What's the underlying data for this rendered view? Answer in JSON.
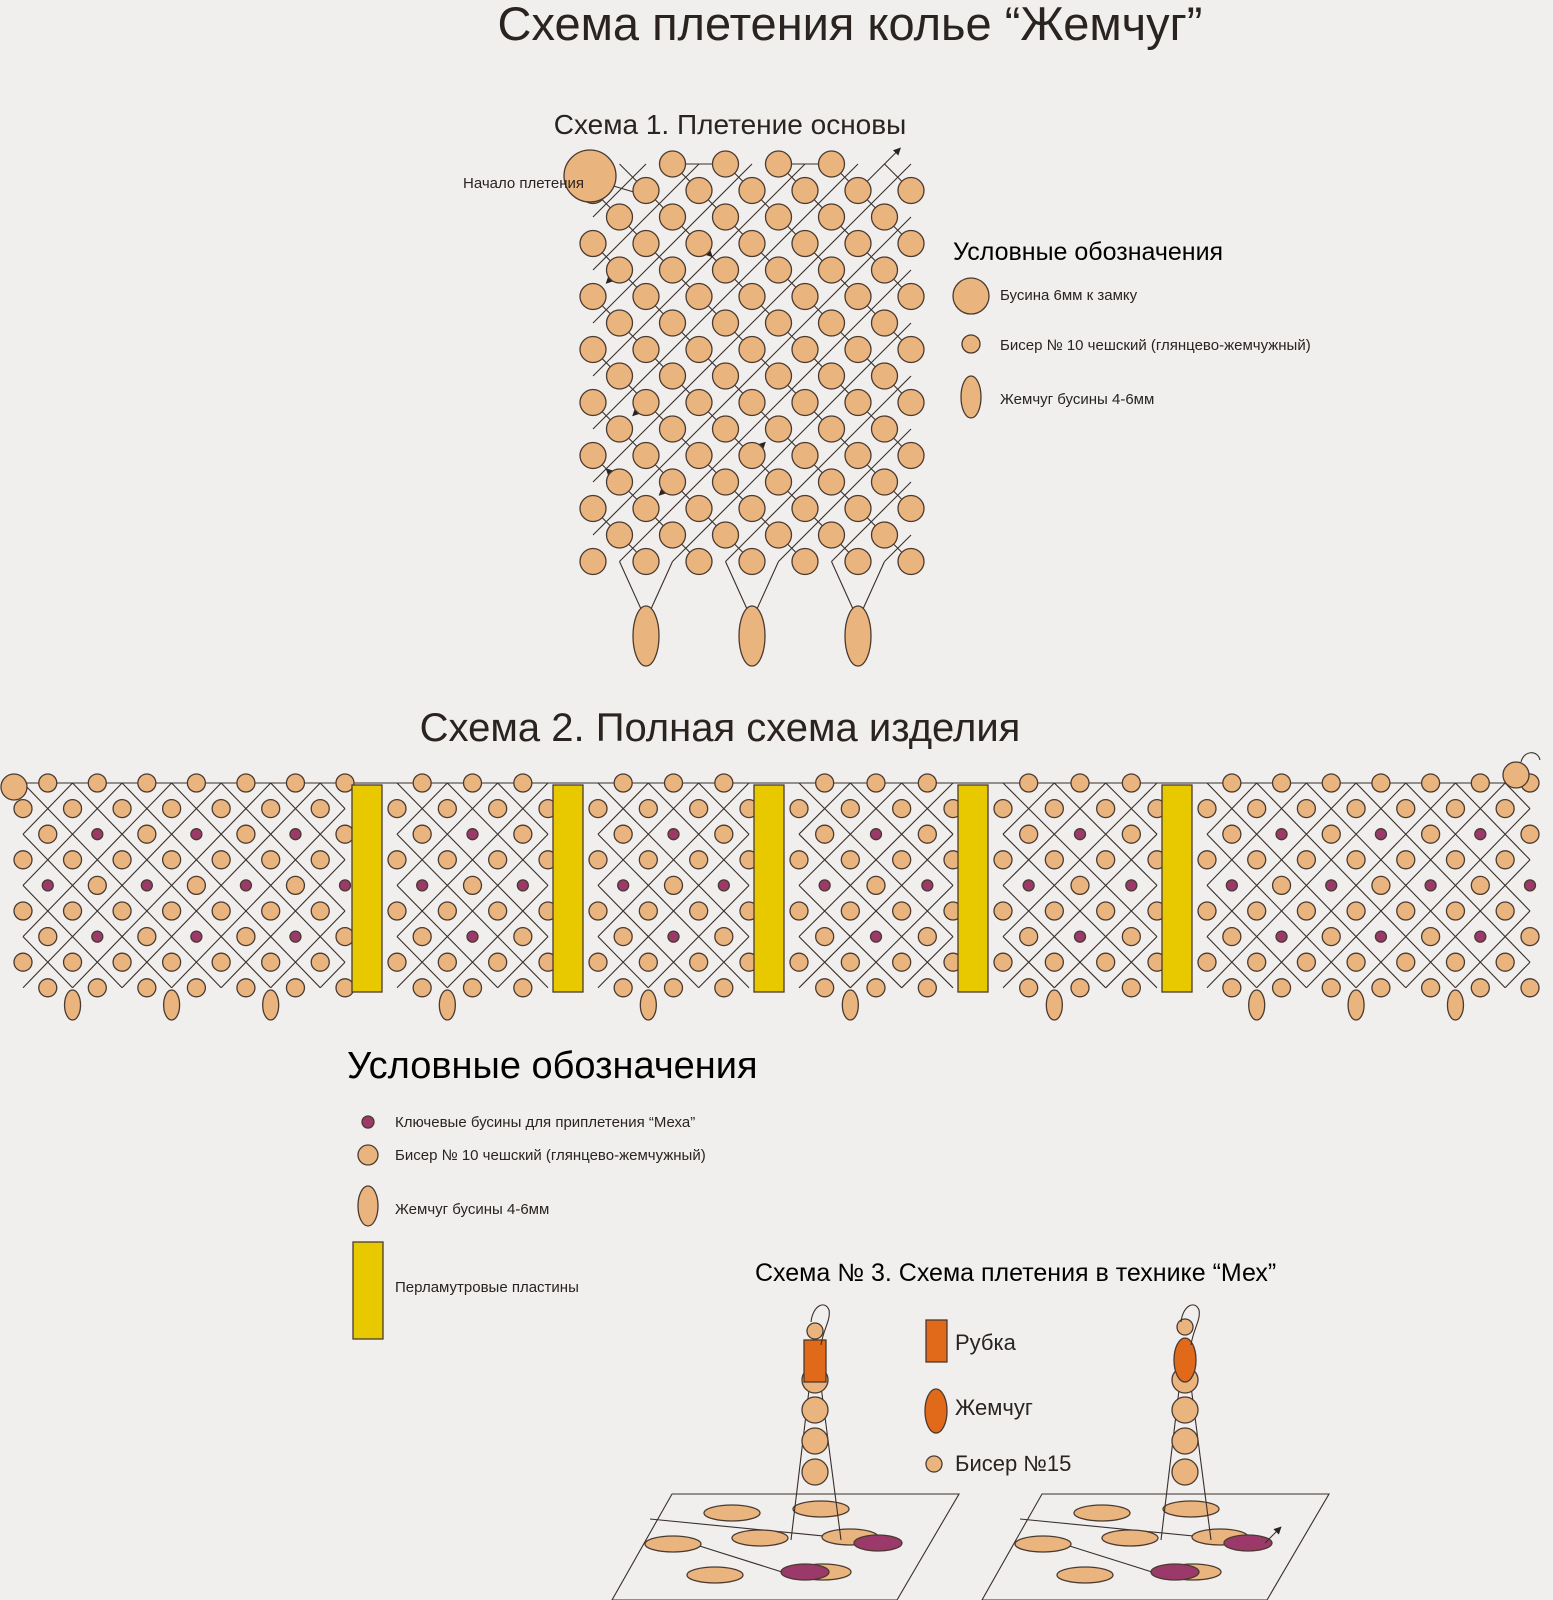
{
  "title": "Схема плетения колье “Жемчуг”",
  "scheme1": {
    "title": "Схема 1. Плетение основы",
    "start_label": "Начало плетения",
    "legend_title": "Условные обозначения",
    "legend": [
      {
        "label": "Бусина 6мм к замку",
        "shape": "big-circle"
      },
      {
        "label": "Бисер № 10 чешский (глянцево-жемчужный)",
        "shape": "small-circle"
      },
      {
        "label": "Жемчуг бусины 4-6мм",
        "shape": "ellipse"
      }
    ]
  },
  "scheme2": {
    "title": "Схема 2. Полная схема изделия",
    "legend_title": "Условные обозначения",
    "legend": [
      {
        "label": "Ключевые бусины для приплетения “Меха”",
        "shape": "key-dot"
      },
      {
        "label": "Бисер № 10 чешский (глянцево-жемчужный)",
        "shape": "small-circle"
      },
      {
        "label": "Жемчуг бусины 4-6мм",
        "shape": "ellipse"
      },
      {
        "label": "Перламутровые пластины",
        "shape": "plate"
      }
    ]
  },
  "scheme3": {
    "title": "Схема № 3. Схема плетения в технике “Мех”",
    "legend": [
      {
        "label": "Рубка",
        "shape": "bugle"
      },
      {
        "label": "Жемчуг",
        "shape": "pearl"
      },
      {
        "label": "Бисер №15",
        "shape": "seed15"
      }
    ]
  },
  "colors": {
    "bead": "#eab47e",
    "key_bead": "#9b3a6a",
    "plate": "#e8c900",
    "bugle": "#e06a1a",
    "line": "#3a2f2a",
    "background": "#f0efee"
  }
}
